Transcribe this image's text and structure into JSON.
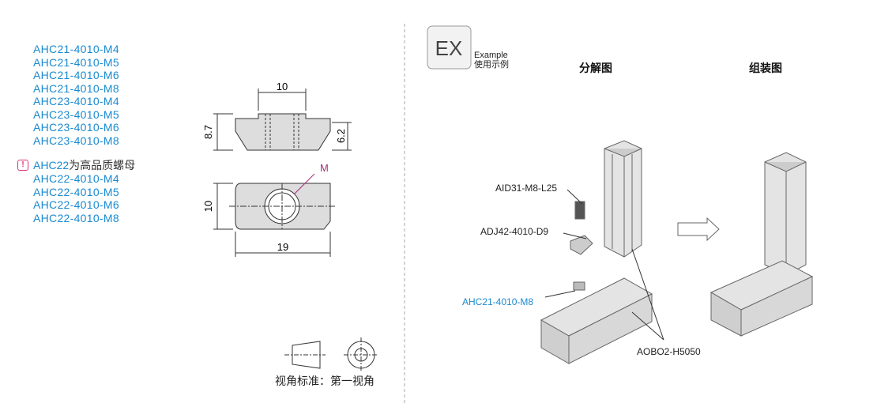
{
  "part_numbers_group1": [
    "AHC21-4010-M4",
    "AHC21-4010-M5",
    "AHC21-4010-M6",
    "AHC21-4010-M8",
    "AHC23-4010-M4",
    "AHC23-4010-M5",
    "AHC23-4010-M6",
    "AHC23-4010-M8"
  ],
  "note": {
    "prefix": "AHC22",
    "text": "为高品质螺母",
    "icon": "exclamation-icon",
    "color": "#e0307a"
  },
  "part_numbers_group2": [
    "AHC22-4010-M4",
    "AHC22-4010-M5",
    "AHC22-4010-M6",
    "AHC22-4010-M8"
  ],
  "dimensions": {
    "top_width": "10",
    "height_total": "8.7",
    "height_body": "6.2",
    "thread_label": "M",
    "side_height": "10",
    "length": "19"
  },
  "projection": {
    "label": "视角标准：第一视角"
  },
  "example": {
    "badge": "EX",
    "title_en": "Example",
    "title_cn": "使用示例"
  },
  "views": {
    "exploded": "分解图",
    "assembled": "组装图"
  },
  "callouts": {
    "bolt": "AID31-M8-L25",
    "bracket": "ADJ42-4010-D9",
    "nut": "AHC21-4010-M8",
    "profile": "AOBO2-H5050"
  },
  "colors": {
    "accent": "#1a8ad0"
  }
}
